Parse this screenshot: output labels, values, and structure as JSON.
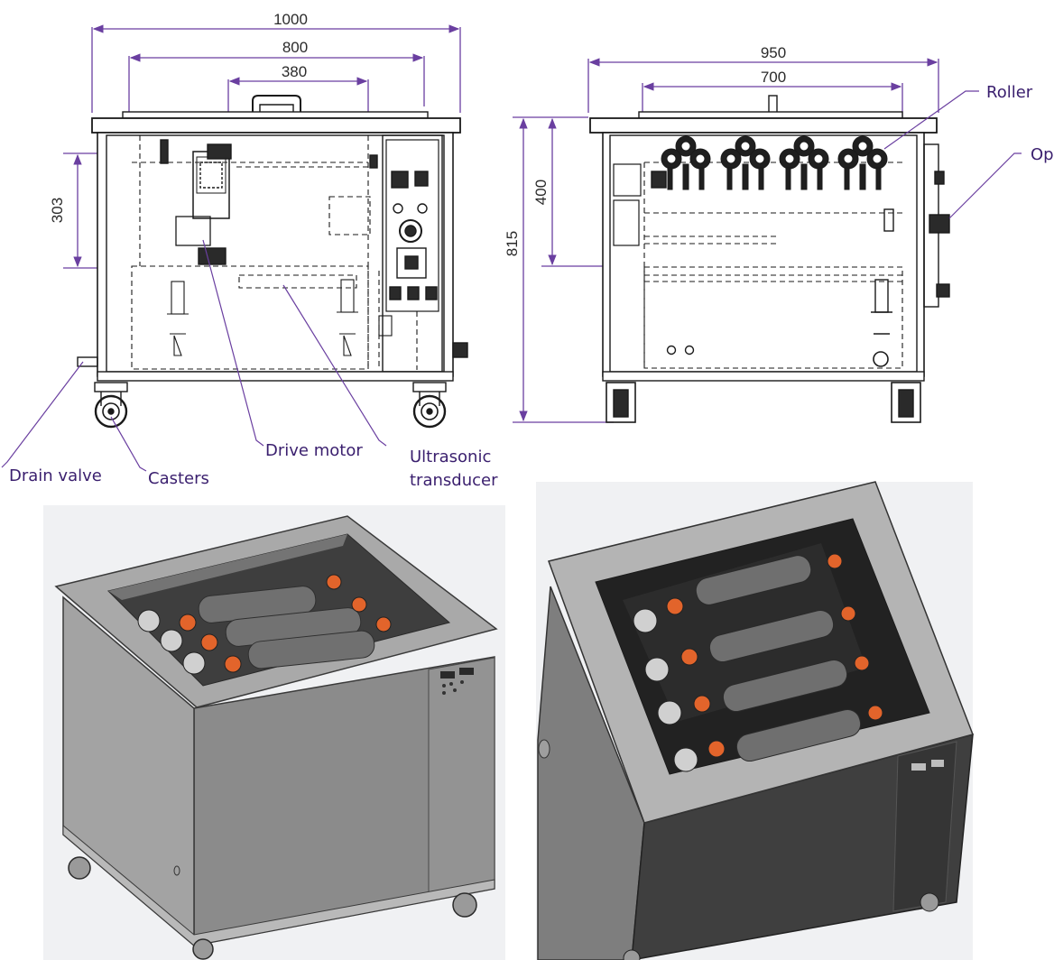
{
  "colors": {
    "dimension": "#6a3fa0",
    "label": "#3a1f6e",
    "line": "#1a1a1a",
    "steel": "#8e8e8e",
    "steel_dark": "#5e5e5e",
    "rim": "#a6a6a6",
    "roller": "#6f6f6f",
    "orange": "#e2642b"
  },
  "front_view": {
    "dimensions": {
      "overall_width": "1000",
      "tank_width": "800",
      "motor_span": "380",
      "motor_height": "303"
    },
    "callouts": [
      "Drain valve",
      "Casters",
      "Drive motor",
      "Ultrasonic",
      "transducer"
    ]
  },
  "side_view": {
    "dimensions": {
      "overall_depth": "950",
      "tank_depth": "700",
      "tank_height": "400",
      "overall_height": "815"
    },
    "callouts": [
      "Roller",
      "Op"
    ]
  }
}
